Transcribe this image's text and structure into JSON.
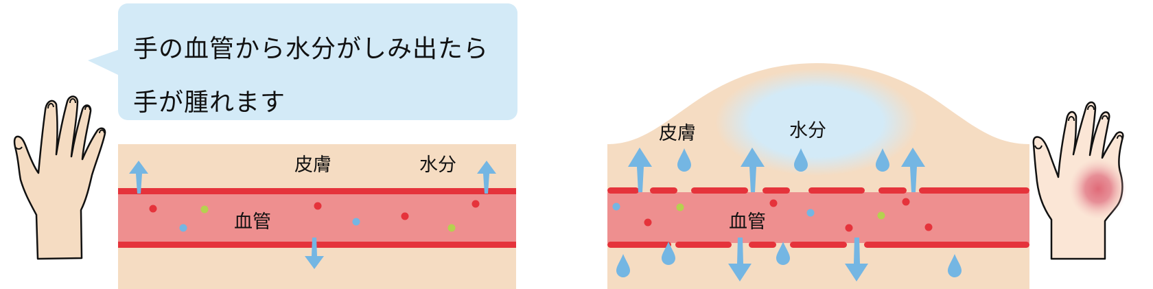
{
  "speech_bubble": {
    "line1": "手の血管から水分がしみ出たら",
    "line2": "手が腫れます"
  },
  "normal_panel": {
    "skin_label": "皮膚",
    "water_label": "水分",
    "vessel_label": "血管"
  },
  "swollen_panel": {
    "skin_label": "皮膚",
    "water_label": "水分",
    "vessel_label": "血管"
  },
  "colors": {
    "skin": "#f5dcc2",
    "vessel_wall": "#e5333b",
    "vessel_interior": "#ee8f8f",
    "water": "#74b6e3",
    "bubble": "#d3eaf7",
    "cell_red": "#e5333b",
    "cell_blue": "#74b6e3",
    "cell_green": "#b5d14f",
    "inflammation": "#e06a78"
  }
}
